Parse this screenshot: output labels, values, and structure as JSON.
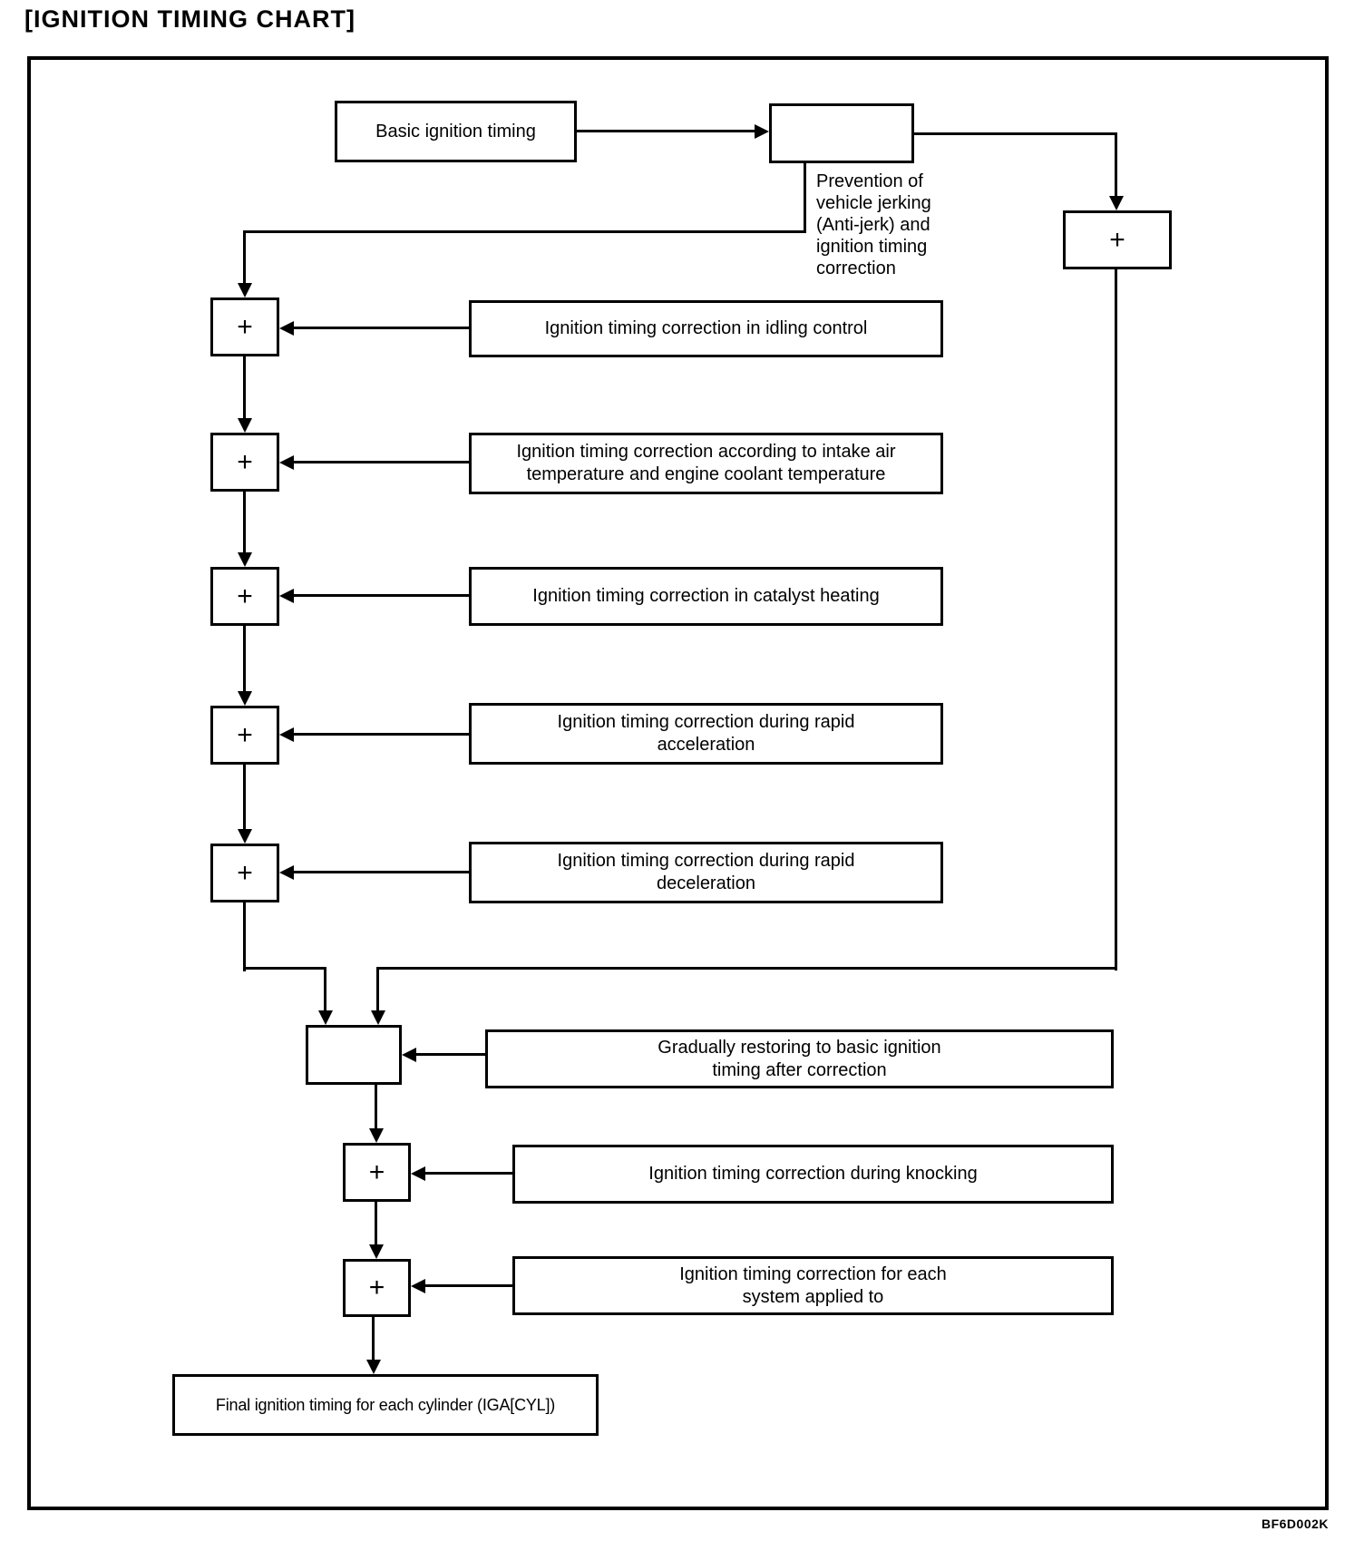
{
  "title": "[IGNITION TIMING CHART]",
  "figure_code": "BF6D002K",
  "flowchart": {
    "plus_sign": "+",
    "basic_box": "Basic ignition timing",
    "prevention_note": "Prevention of\nvehicle jerking\n(Anti-jerk) and\nignition timing\ncorrection",
    "corrections": [
      "Ignition timing correction in idling control",
      "Ignition timing correction according to intake air\ntemperature and engine coolant temperature",
      "Ignition timing correction in catalyst heating",
      "Ignition timing correction during rapid\nacceleration",
      "Ignition timing correction during rapid\ndeceleration"
    ],
    "restore_box": "Gradually restoring to basic ignition\ntiming after correction",
    "knocking_box": "Ignition timing correction during knocking",
    "system_box": "Ignition timing correction for each\nsystem applied to",
    "final_box": "Final ignition timing for each cylinder (IGA[CYL])"
  }
}
